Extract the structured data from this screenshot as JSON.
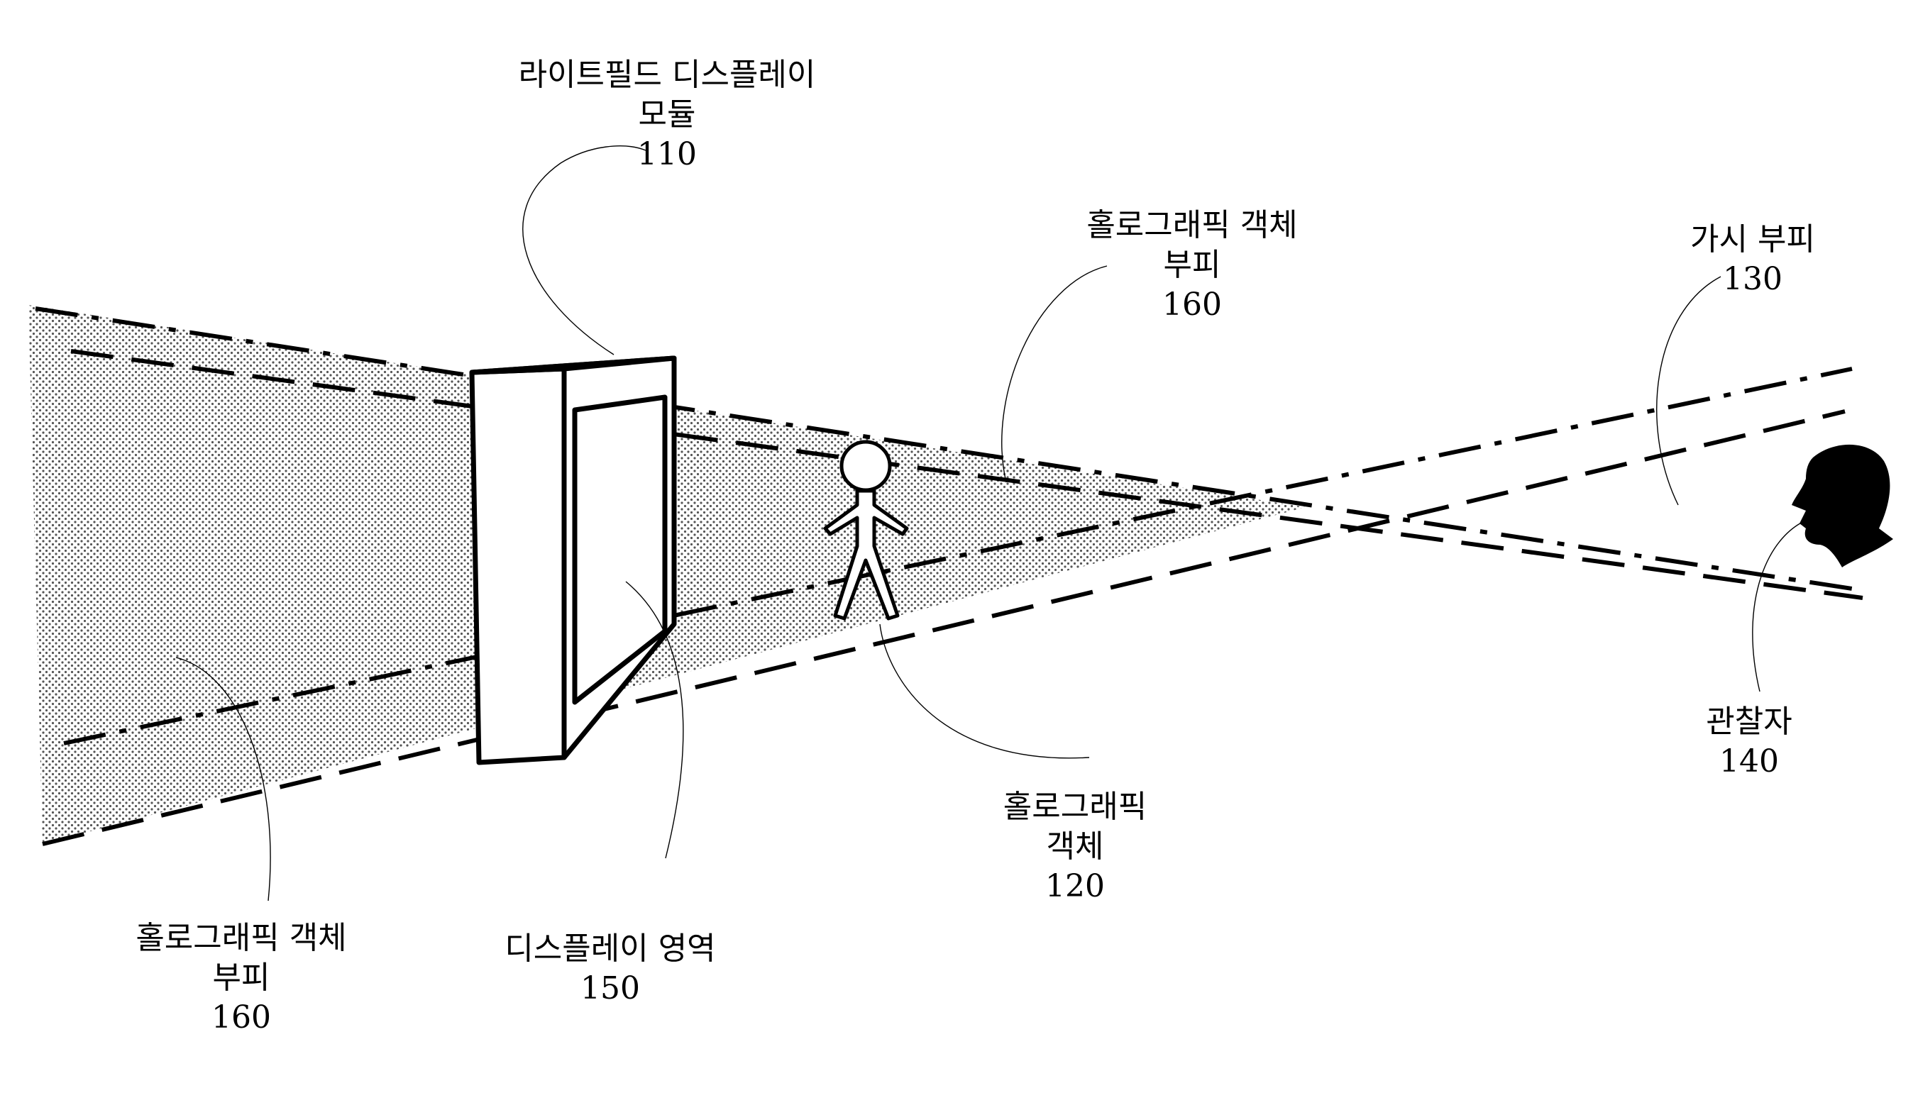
{
  "labels": {
    "display_module": {
      "line1": "라이트필드 디스플레이",
      "line2": "모듈",
      "ref": "110"
    },
    "hologram_volume_top": {
      "line1": "홀로그래픽 객체",
      "line2": "부피",
      "ref": "160"
    },
    "visible_volume": {
      "line1": "가시 부피",
      "ref": "130"
    },
    "viewer": {
      "line1": "관찰자",
      "ref": "140"
    },
    "hologram_object": {
      "line1": "홀로그래픽",
      "line2": "객체",
      "ref": "120"
    },
    "display_area": {
      "line1": "디스플레이 영역",
      "ref": "150"
    },
    "hologram_volume_bottom": {
      "line1": "홀로그래픽 객체",
      "line2": "부피",
      "ref": "160"
    }
  },
  "style": {
    "ink": "#000000",
    "paper": "#ffffff",
    "stipple": "#555555"
  }
}
